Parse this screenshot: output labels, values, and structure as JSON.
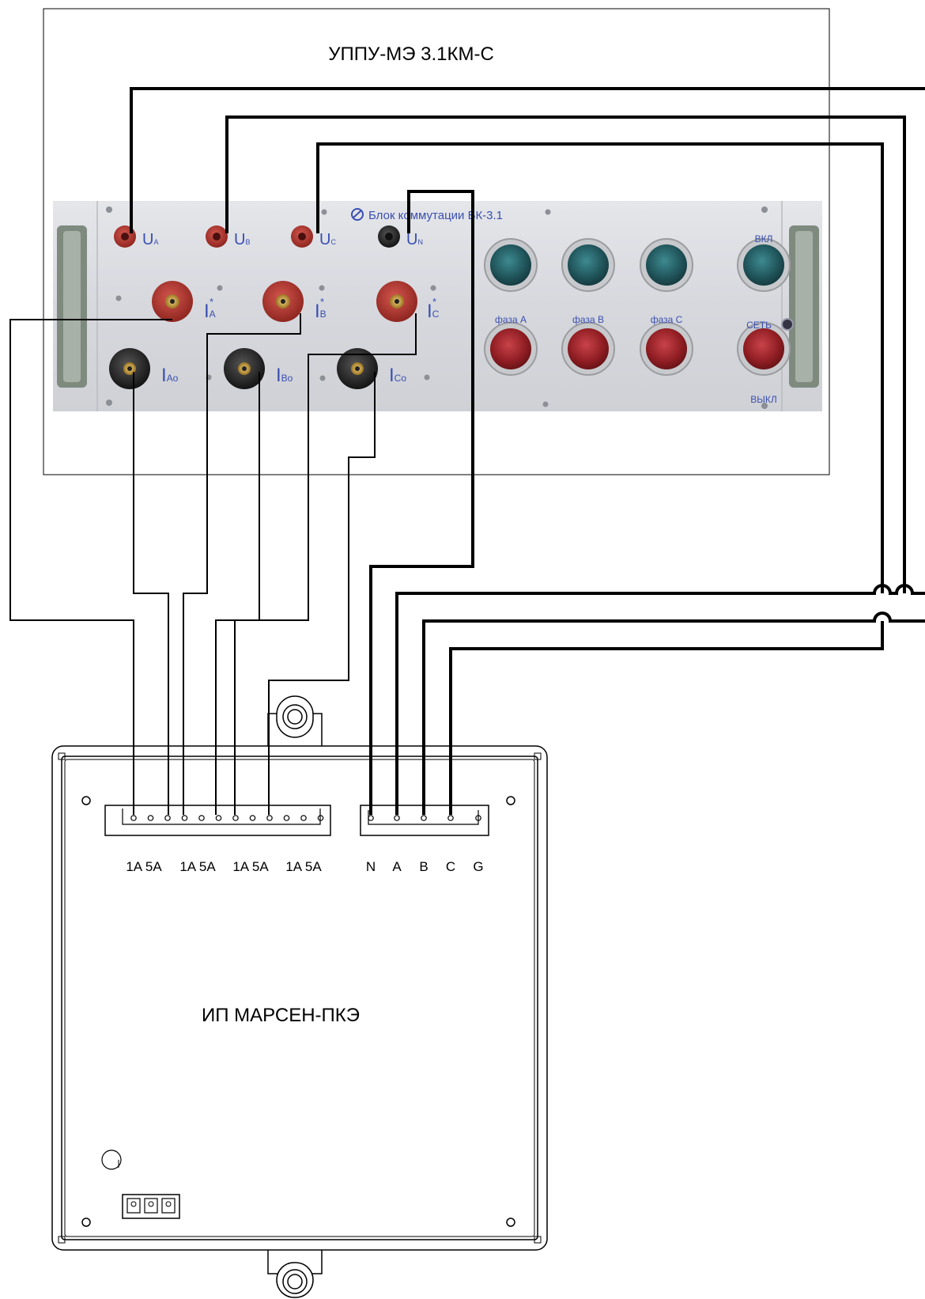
{
  "upper_device": {
    "title": "УППУ-МЭ 3.1КМ-С",
    "panel": {
      "name": "Блок коммутации БК-3.1",
      "voltage_terminals": [
        {
          "label": "U",
          "sub": "A"
        },
        {
          "label": "U",
          "sub": "B"
        },
        {
          "label": "U",
          "sub": "C"
        },
        {
          "label": "U",
          "sub": "N"
        }
      ],
      "current_terminals_star": [
        {
          "label": "I",
          "sub": "A",
          "mark": "*"
        },
        {
          "label": "I",
          "sub": "B",
          "mark": "*"
        },
        {
          "label": "I",
          "sub": "C",
          "mark": "*"
        }
      ],
      "current_terminals_out": [
        {
          "label": "I",
          "sub": "Ao"
        },
        {
          "label": "I",
          "sub": "Bo"
        },
        {
          "label": "I",
          "sub": "Co"
        }
      ],
      "button_labels": {
        "on": "ВКЛ",
        "off": "ВЫКЛ",
        "network": "СЕТЬ",
        "phase_a": "фаза А",
        "phase_b": "фаза В",
        "phase_c": "фаза С"
      },
      "colors": {
        "panel": "#d9dbe0",
        "red_terminal": "#b3302a",
        "black_terminal": "#2b2b2b",
        "green_button": "#2e6a70",
        "red_button": "#a8282c",
        "label_blue": "#3a4fb0"
      }
    }
  },
  "lower_device": {
    "title": "ИП МАРСЕН-ПКЭ",
    "current_inputs": [
      "1A 5A",
      "1A 5A",
      "1A 5A",
      "1A 5A"
    ],
    "voltage_inputs": [
      "N",
      "A",
      "B",
      "C",
      "G"
    ]
  },
  "wire_color": "#000000"
}
